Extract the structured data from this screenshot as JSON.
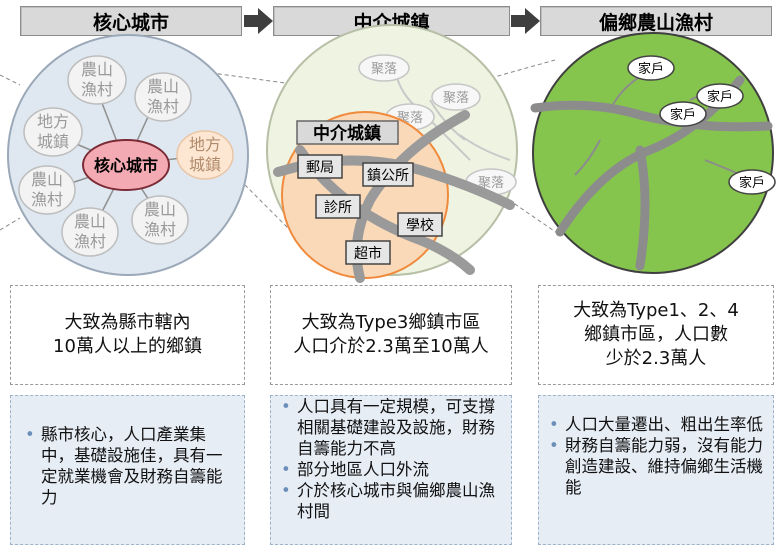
{
  "headers": {
    "core": "核心城市",
    "middle": "中介城鎮",
    "remote": "偏鄉農山漁村"
  },
  "left_diagram": {
    "center": "核心城市",
    "village_top1": [
      "農山",
      "漁村"
    ],
    "village_top2": [
      "農山",
      "漁村"
    ],
    "town_left": [
      "地方",
      "城鎮"
    ],
    "town_right": [
      "地方",
      "城鎮"
    ],
    "village_left": [
      "農山",
      "漁村"
    ],
    "village_bottom1": [
      "農山",
      "漁村"
    ],
    "village_bottom2": [
      "農山",
      "漁村"
    ]
  },
  "middle_diagram": {
    "title": "中介城鎮",
    "settlements": [
      "聚落",
      "聚落",
      "聚落",
      "聚落"
    ],
    "facilities": [
      "郵局",
      "鎮公所",
      "診所",
      "學校",
      "超市"
    ]
  },
  "right_diagram": {
    "households": [
      "家戶",
      "家戶",
      "家戶",
      "家戶"
    ]
  },
  "descriptions": {
    "core": [
      "大致為縣市轄內",
      "10萬人以上的鄉鎮"
    ],
    "middle": [
      "大致為Type3鄉鎮市區",
      "人口介於2.3萬至10萬人"
    ],
    "remote": [
      "大致為Type1、2、4",
      "鄉鎮市區，人口數",
      "少於2.3萬人"
    ]
  },
  "bullets": {
    "core": [
      "縣市核心，人口產業集中，基礎設施佳，具有一定就業機會及財務自籌能力"
    ],
    "middle": [
      "人口具有一定規模，可支撐相關基礎建設及設施，財務自籌能力不高",
      "部分地區人口外流",
      "介於核心城市與偏鄉農山漁村間"
    ],
    "remote": [
      "人口大量遷出、粗出生率低",
      "財務自籌能力弱，沒有能力創造建設、維持偏鄉生活機能"
    ]
  },
  "colors": {
    "core_circle": "#dfe8f1",
    "core_center": "#f4aab3",
    "middle_circle": "#eef3e2",
    "middle_inner": "#fad9b9",
    "remote_circle": "#86c54d",
    "road": "#8c8c8c"
  }
}
